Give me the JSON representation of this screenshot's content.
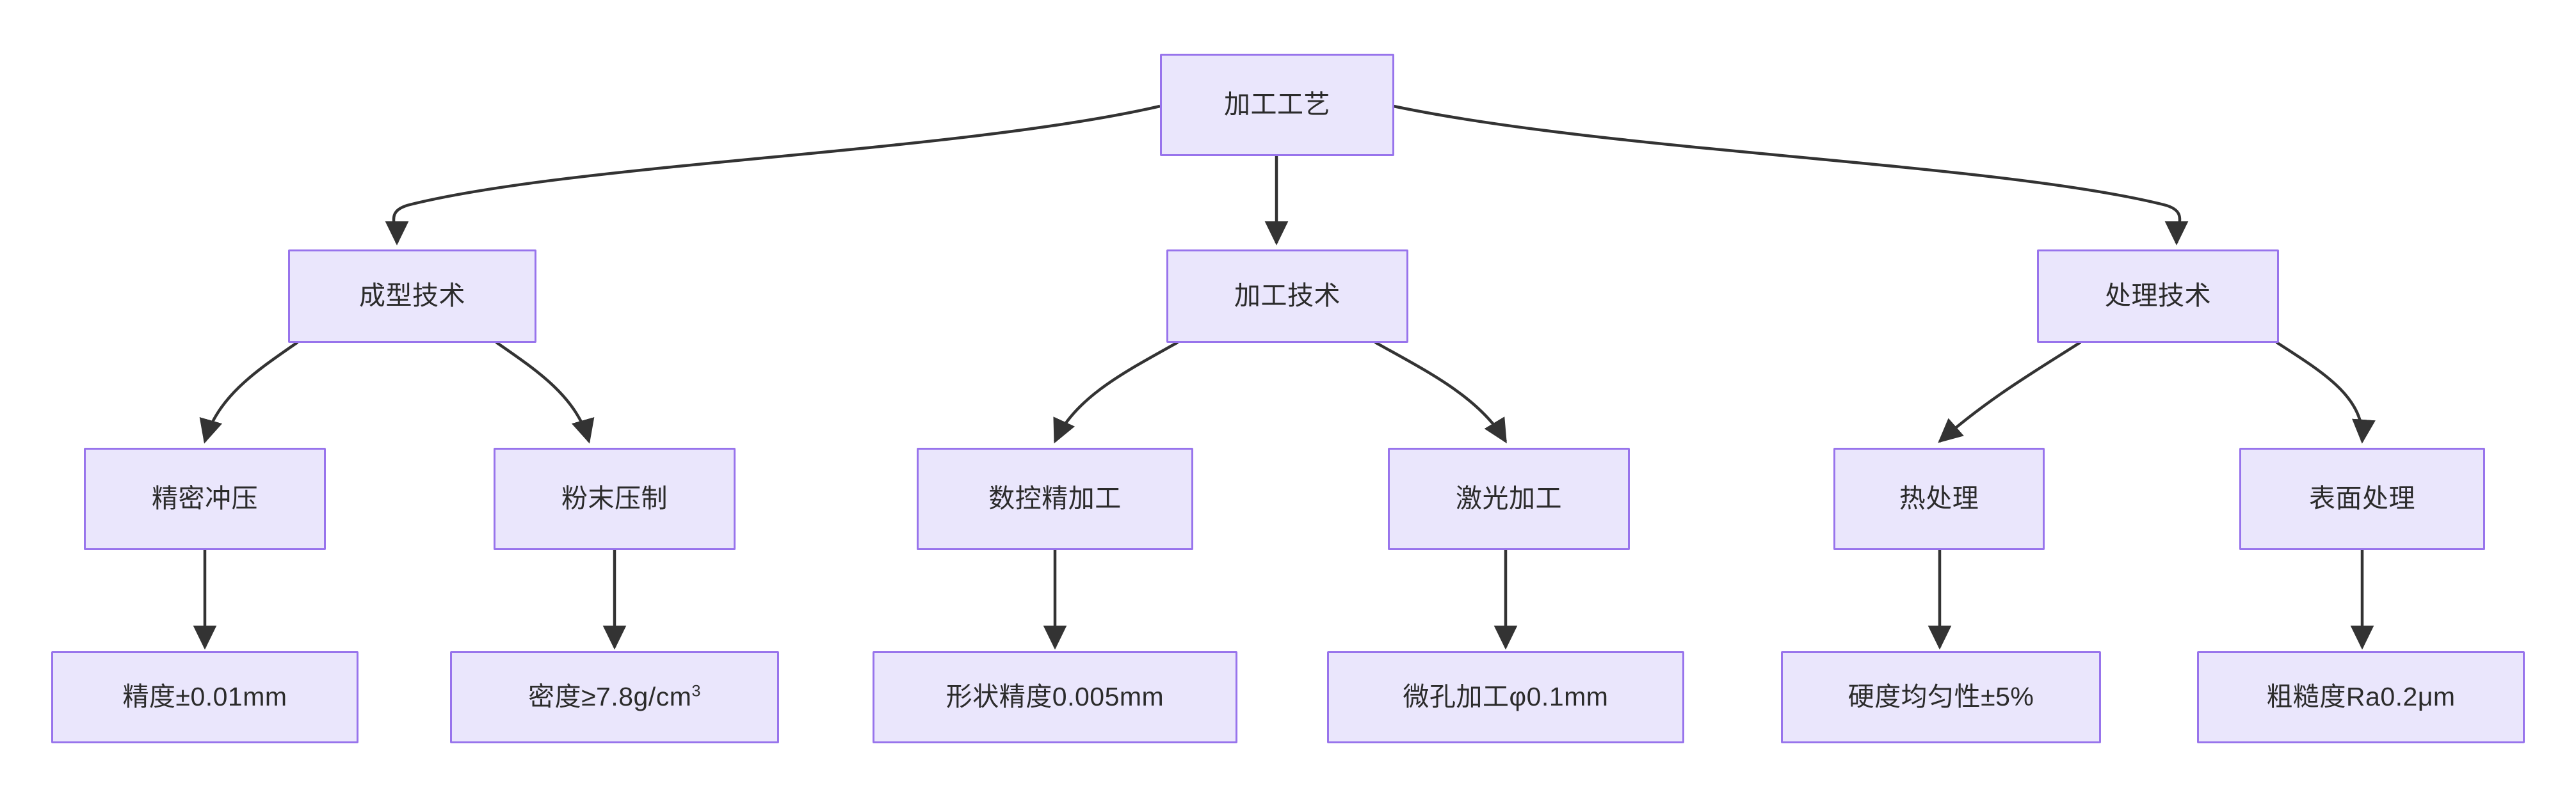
{
  "diagram": {
    "type": "flowchart",
    "direction": "top-down",
    "title_node": "加工工艺",
    "theme": {
      "node_fill": "#eae6fc",
      "node_border": "#9874ec",
      "edge_color": "#333333",
      "text_color": "#2b2b2b",
      "background": "#ffffff"
    },
    "levels": [
      {
        "level": 1,
        "nodes": [
          {
            "id": "root",
            "label": "加工工艺"
          }
        ]
      },
      {
        "level": 2,
        "nodes": [
          {
            "id": "forming",
            "label": "成型技术"
          },
          {
            "id": "machining",
            "label": "加工技术"
          },
          {
            "id": "treatment",
            "label": "处理技术"
          }
        ]
      },
      {
        "level": 3,
        "nodes": [
          {
            "id": "precision-stamping",
            "label": "精密冲压"
          },
          {
            "id": "powder-pressing",
            "label": "粉末压制"
          },
          {
            "id": "cnc-precision",
            "label": "数控精加工"
          },
          {
            "id": "laser-machining",
            "label": "激光加工"
          },
          {
            "id": "heat-treatment",
            "label": "热处理"
          },
          {
            "id": "surface-treatment",
            "label": "表面处理"
          }
        ]
      },
      {
        "level": 4,
        "nodes": [
          {
            "id": "spec-accuracy",
            "label": "精度±0.01mm",
            "label_main": "精度±0.01mm",
            "superscript": ""
          },
          {
            "id": "spec-density",
            "label": "密度≥7.8g/cm³",
            "label_main": "密度≥7.8g/cm",
            "superscript": "3"
          },
          {
            "id": "spec-shape",
            "label": "形状精度0.005mm",
            "label_main": "形状精度0.005mm",
            "superscript": ""
          },
          {
            "id": "spec-microhole",
            "label": "微孔加工φ0.1mm",
            "label_main": "微孔加工φ0.1mm",
            "superscript": ""
          },
          {
            "id": "spec-hardness",
            "label": "硬度均匀性±5%",
            "label_main": "硬度均匀性±5%",
            "superscript": ""
          },
          {
            "id": "spec-roughness",
            "label": "粗糙度Ra0.2μm",
            "label_main": "粗糙度Ra0.2μm",
            "superscript": ""
          }
        ]
      }
    ],
    "edges": [
      {
        "from": "加工工艺",
        "to": "成型技术",
        "style": "curved"
      },
      {
        "from": "加工工艺",
        "to": "加工技术",
        "style": "straight"
      },
      {
        "from": "加工工艺",
        "to": "处理技术",
        "style": "curved"
      },
      {
        "from": "成型技术",
        "to": "精密冲压",
        "style": "curved"
      },
      {
        "from": "成型技术",
        "to": "粉末压制",
        "style": "curved"
      },
      {
        "from": "加工技术",
        "to": "数控精加工",
        "style": "curved"
      },
      {
        "from": "加工技术",
        "to": "激光加工",
        "style": "curved"
      },
      {
        "from": "处理技术",
        "to": "热处理",
        "style": "curved"
      },
      {
        "from": "处理技术",
        "to": "表面处理",
        "style": "curved"
      },
      {
        "from": "精密冲压",
        "to": "精度±0.01mm",
        "style": "straight"
      },
      {
        "from": "粉末压制",
        "to": "密度≥7.8g/cm³",
        "style": "straight"
      },
      {
        "from": "数控精加工",
        "to": "形状精度0.005mm",
        "style": "straight"
      },
      {
        "from": "激光加工",
        "to": "微孔加工φ0.1mm",
        "style": "straight"
      },
      {
        "from": "热处理",
        "to": "硬度均匀性±5%",
        "style": "straight"
      },
      {
        "from": "表面处理",
        "to": "粗糙度Ra0.2μm",
        "style": "straight"
      }
    ]
  }
}
